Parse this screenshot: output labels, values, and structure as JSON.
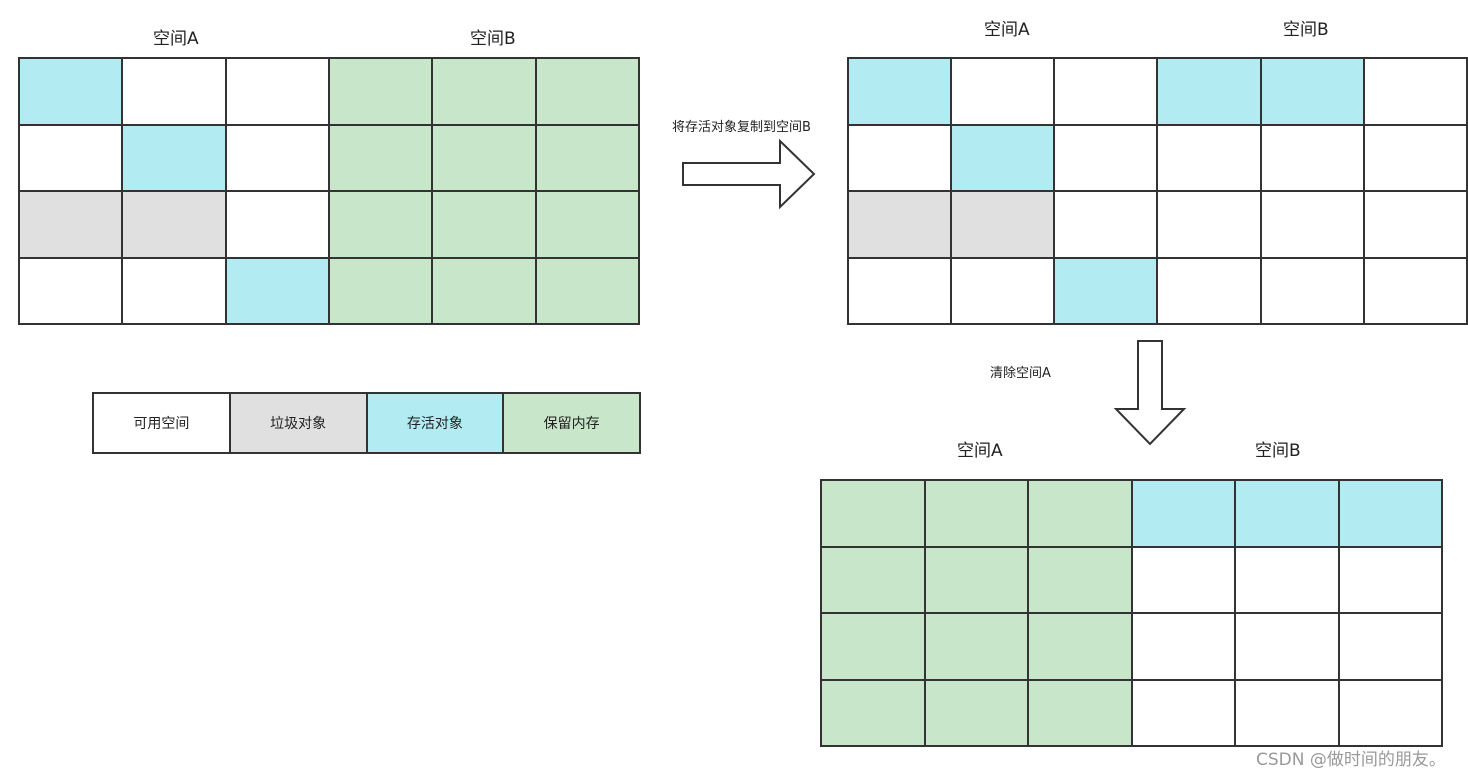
{
  "colors": {
    "available": "#ffffff",
    "garbage": "#e0e0e0",
    "live": "#b2ebf2",
    "reserved": "#c8e6c9",
    "border": "#333333"
  },
  "diagram1": {
    "label_a": "空间A",
    "label_b": "空间B",
    "cells": [
      [
        "b",
        "w",
        "w",
        "r",
        "r",
        "r"
      ],
      [
        "w",
        "b",
        "w",
        "r",
        "r",
        "r"
      ],
      [
        "g",
        "g",
        "w",
        "r",
        "r",
        "r"
      ],
      [
        "w",
        "w",
        "b",
        "r",
        "r",
        "r"
      ]
    ]
  },
  "arrow_copy": {
    "label": "将存活对象复制到空间B",
    "icon": "arrow-right-icon"
  },
  "diagram2": {
    "label_a": "空间A",
    "label_b": "空间B",
    "cells": [
      [
        "b",
        "w",
        "w",
        "b",
        "b",
        "w"
      ],
      [
        "w",
        "b",
        "w",
        "w",
        "w",
        "w"
      ],
      [
        "g",
        "g",
        "w",
        "w",
        "w",
        "w"
      ],
      [
        "w",
        "w",
        "b",
        "w",
        "w",
        "w"
      ]
    ]
  },
  "arrow_clear": {
    "label": "清除空间A",
    "icon": "arrow-down-icon"
  },
  "diagram3": {
    "label_a": "空间A",
    "label_b": "空间B",
    "cells": [
      [
        "r",
        "r",
        "r",
        "b",
        "b",
        "b"
      ],
      [
        "r",
        "r",
        "r",
        "w",
        "w",
        "w"
      ],
      [
        "r",
        "r",
        "r",
        "w",
        "w",
        "w"
      ],
      [
        "r",
        "r",
        "r",
        "w",
        "w",
        "w"
      ]
    ]
  },
  "legend": [
    {
      "label": "可用空间",
      "type": "w"
    },
    {
      "label": "垃圾对象",
      "type": "g"
    },
    {
      "label": "存活对象",
      "type": "b"
    },
    {
      "label": "保留内存",
      "type": "r"
    }
  ],
  "watermark": "CSDN @做时间的朋友。"
}
